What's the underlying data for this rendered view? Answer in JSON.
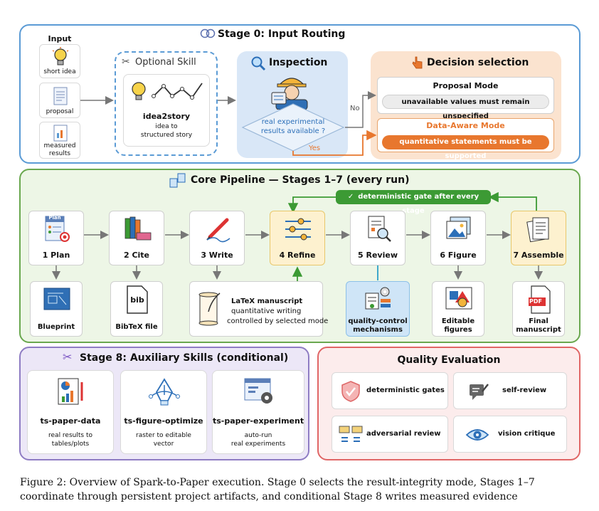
{
  "stage0": {
    "title": "Stage 0:  Input Routing",
    "input_title": "Input",
    "inputs": [
      "short idea",
      "proposal",
      "measured",
      "results"
    ],
    "optional_skill": {
      "title": "Optional Skill",
      "name": "idea2story",
      "desc1": "idea to",
      "desc2": "structured story"
    },
    "inspection": {
      "title": "Inspection",
      "q1": "real experimental",
      "q2": "results available ?",
      "no": "No",
      "yes": "Yes"
    },
    "decision": {
      "title": "Decision selection",
      "proposal_mode": "Proposal Mode",
      "proposal_note": "unavailable values must remain unspecified",
      "data_mode": "Data-Aware Mode",
      "data_note": "quantitative statements must be supported"
    }
  },
  "core": {
    "title": "Core Pipeline  — Stages 1–7 (every run)",
    "gate": "deterministic gate after every stage",
    "stages": [
      "1 Plan",
      "2 Cite",
      "3 Write",
      "4 Refine",
      "5 Review",
      "6 Figure",
      "7 Assemble"
    ],
    "plan_badge": "Plan",
    "bib_text": "bib",
    "pdf_text": "PDF",
    "outputs": {
      "blueprint": "Blueprint",
      "bibtex": "BibTeX file",
      "latex_title": "LaTeX manuscript",
      "latex_l1": "quantitative writing",
      "latex_l2": "controlled by selected mode",
      "qc1": "quality-control",
      "qc2": "mechanisms",
      "fig1": "Editable",
      "fig2": "figures",
      "man1": "Final",
      "man2": "manuscript"
    }
  },
  "stage8": {
    "title": "Stage 8: Auxiliary Skills (conditional)",
    "skills": [
      {
        "name": "ts-paper-data",
        "l1": "real results to",
        "l2": "tables/plots"
      },
      {
        "name": "ts-figure-optimize",
        "l1": "raster to editable",
        "l2": "vector"
      },
      {
        "name": "ts-paper-experiment",
        "l1": "auto-run",
        "l2": "real experiments"
      }
    ]
  },
  "quality": {
    "title": "Quality Evaluation",
    "items": [
      "deterministic gates",
      "self-review",
      "adversarial review",
      "vision critique"
    ]
  },
  "caption": {
    "line1": "Figure 2: Overview of Spark-to-Paper execution. Stage 0 selects the result-integrity mode, Stages 1–7",
    "line2": "coordinate through persistent project artifacts, and conditional Stage 8 writes measured evidence"
  },
  "colors": {
    "stage0_border": "#5b9bd5",
    "core_border": "#6aa84f",
    "core_bg": "#edf6e6",
    "stage8_border": "#8e7cc3",
    "stage8_bg": "#ece7f7",
    "quality_border": "#e06666",
    "quality_bg": "#fcecec",
    "decision_bg": "#fbe3cf",
    "orange": "#e8772e",
    "gate_green": "#3c9a34",
    "highlight_yellow": "#fdf1cf",
    "qc_blue": "#cfe5f7"
  }
}
